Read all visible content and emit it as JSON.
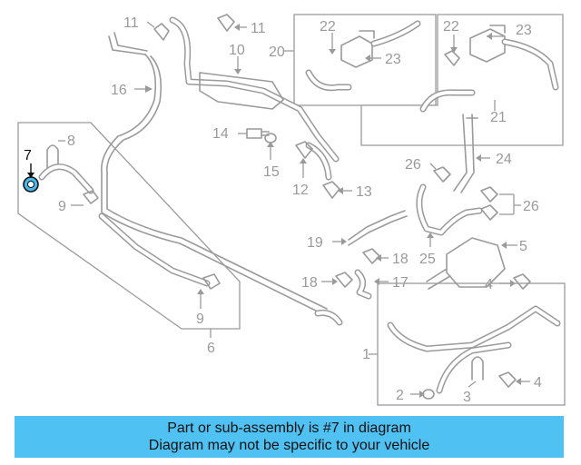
{
  "diagram": {
    "highlighted_callout": "7",
    "callouts": {
      "c1": "1",
      "c2": "2",
      "c3": "3",
      "c4a": "4",
      "c4b": "4",
      "c5": "5",
      "c6": "6",
      "c8": "8",
      "c9a": "9",
      "c9b": "9",
      "c10": "10",
      "c11a": "11",
      "c11b": "11",
      "c12": "12",
      "c13": "13",
      "c14": "14",
      "c15": "15",
      "c16": "16",
      "c17": "17",
      "c18a": "18",
      "c18b": "18",
      "c19": "19",
      "c20": "20",
      "c21": "21",
      "c22a": "22",
      "c22b": "22",
      "c23a": "23",
      "c23b": "23",
      "c24": "24",
      "c25": "25",
      "c26a": "26",
      "c26b": "26"
    }
  },
  "banner": {
    "line1": "Part or sub-assembly is #7 in diagram",
    "line2": "Diagram may not be specific to your vehicle",
    "color": "#4fc1f2"
  },
  "colors": {
    "line": "#9a9a9a",
    "highlight": "#48b7ea"
  }
}
